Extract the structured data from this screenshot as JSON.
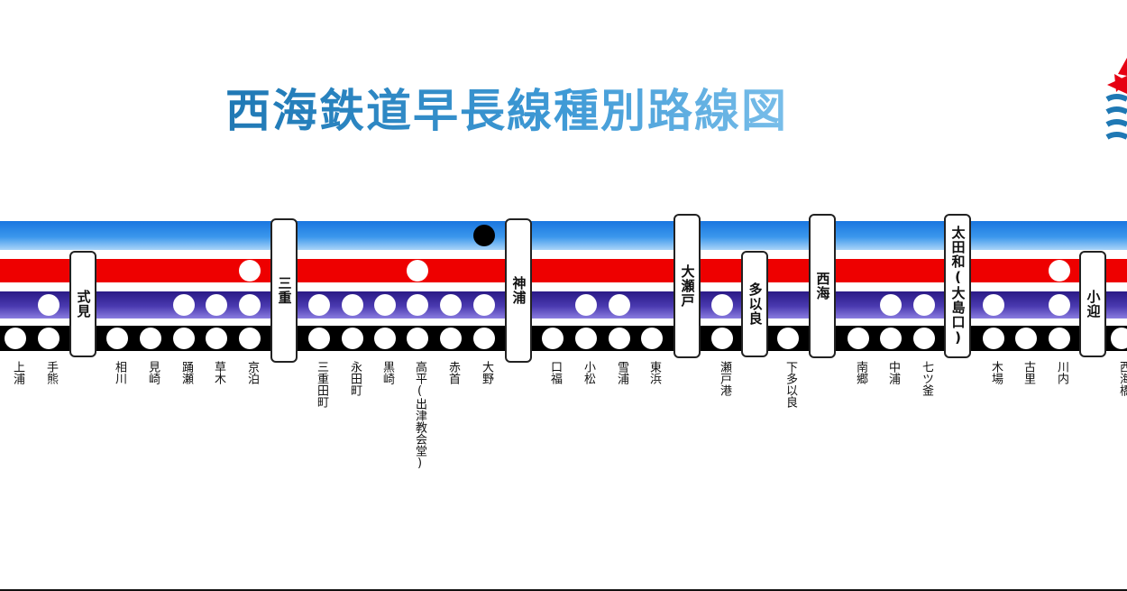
{
  "title": "西海鉄道早長線種別路線図",
  "colors": {
    "title": "#1f78b4",
    "band_blue": "#1976e0",
    "band_red": "#ee0000",
    "band_purple": "#2a1a86",
    "band_black": "#000000",
    "stop": "#ffffff",
    "stop_dark": "#000000"
  },
  "service_bands": [
    "blue",
    "red",
    "purple",
    "black"
  ],
  "major_stations": [
    {
      "name": "式見"
    },
    {
      "name": "三重"
    },
    {
      "name": "神浦"
    },
    {
      "name": "大瀬戸"
    },
    {
      "name": "多以良"
    },
    {
      "name": "西海"
    },
    {
      "name": "太田和(大島口)"
    },
    {
      "name": "小迎"
    }
  ],
  "minor_stations": [
    {
      "name": "上浦",
      "stops": [
        "black"
      ]
    },
    {
      "name": "手熊",
      "stops": [
        "purple",
        "black"
      ]
    },
    {
      "name": "相川",
      "stops": [
        "black"
      ]
    },
    {
      "name": "見崎",
      "stops": [
        "black"
      ]
    },
    {
      "name": "踊瀬",
      "stops": [
        "purple",
        "black"
      ]
    },
    {
      "name": "草木",
      "stops": [
        "purple",
        "black"
      ]
    },
    {
      "name": "京泊",
      "stops": [
        "red",
        "purple",
        "black"
      ]
    },
    {
      "name": "三重田町",
      "stops": [
        "purple",
        "black"
      ]
    },
    {
      "name": "永田町",
      "stops": [
        "purple",
        "black"
      ]
    },
    {
      "name": "黒崎",
      "stops": [
        "purple",
        "black"
      ]
    },
    {
      "name": "高平(出津教会堂)",
      "stops": [
        "red",
        "purple",
        "black"
      ]
    },
    {
      "name": "赤首",
      "stops": [
        "purple",
        "black"
      ]
    },
    {
      "name": "大野",
      "stops": [
        "blue",
        "purple",
        "black"
      ]
    },
    {
      "name": "口福",
      "stops": [
        "black"
      ]
    },
    {
      "name": "小松",
      "stops": [
        "purple",
        "black"
      ]
    },
    {
      "name": "雪浦",
      "stops": [
        "purple",
        "black"
      ]
    },
    {
      "name": "東浜",
      "stops": [
        "black"
      ]
    },
    {
      "name": "瀬戸港",
      "stops": [
        "purple",
        "black"
      ]
    },
    {
      "name": "下多以良",
      "stops": [
        "black"
      ]
    },
    {
      "name": "南郷",
      "stops": [
        "black"
      ]
    },
    {
      "name": "中浦",
      "stops": [
        "purple",
        "black"
      ]
    },
    {
      "name": "七ツ釜",
      "stops": [
        "purple",
        "black"
      ]
    },
    {
      "name": "木場",
      "stops": [
        "purple",
        "black"
      ]
    },
    {
      "name": "古里",
      "stops": [
        "black"
      ]
    },
    {
      "name": "川内",
      "stops": [
        "red",
        "purple",
        "black"
      ]
    },
    {
      "name": "西海橋",
      "stops": [
        "black"
      ]
    }
  ]
}
